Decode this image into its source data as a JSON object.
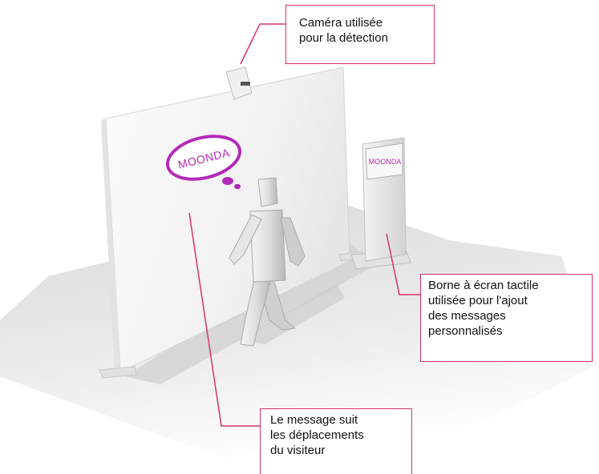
{
  "logo": {
    "wall_text": "MOONDA",
    "kiosk_text": "MOONDA"
  },
  "colors": {
    "accent": "#d9336b",
    "logo": "#b22bb8"
  },
  "callouts": {
    "camera": [
      "Caméra utilisée",
      "pour la détection"
    ],
    "kiosk": [
      "Borne à écran tactile",
      "utilisée pour l'ajout",
      "des messages",
      "personnalisés"
    ],
    "message": [
      "Le message suit",
      "les déplacements",
      "du visiteur"
    ]
  }
}
